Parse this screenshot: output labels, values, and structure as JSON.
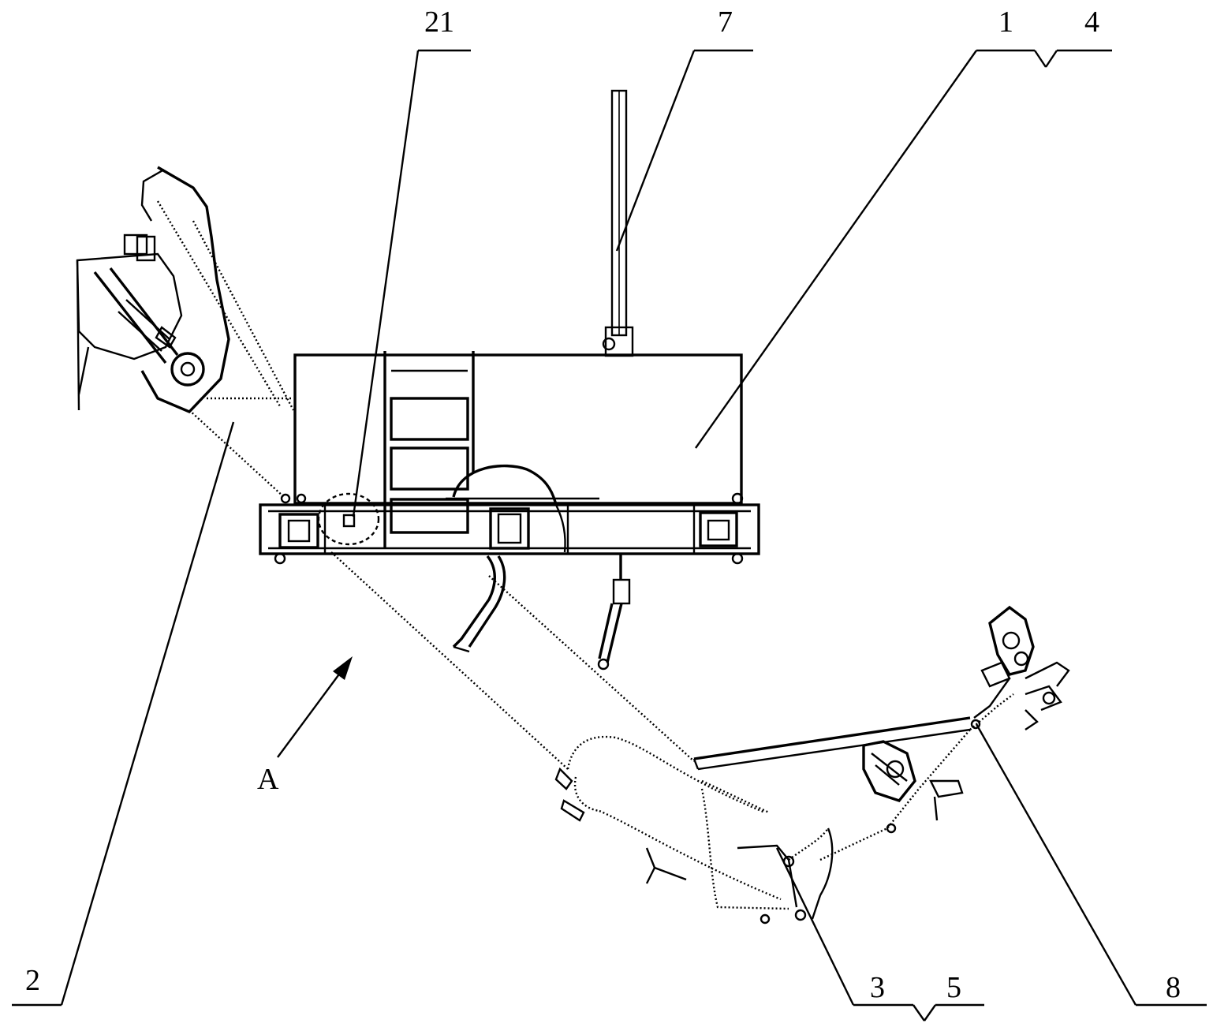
{
  "figure": {
    "labels": {
      "ref_1": "1",
      "ref_2": "2",
      "ref_3": "3",
      "ref_4": "4",
      "ref_5": "5",
      "ref_7": "7",
      "ref_8": "8",
      "ref_21": "21",
      "view_A": "A"
    }
  }
}
